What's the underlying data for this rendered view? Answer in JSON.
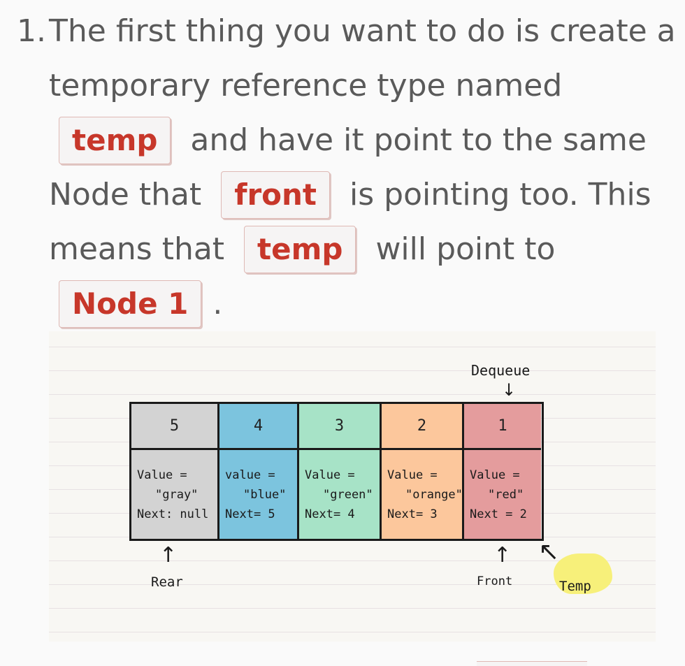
{
  "step": {
    "number": "1.",
    "line1": "The first thing you want to do is create a",
    "line2": "temporary reference type named",
    "code_temp": "temp",
    "line3_rest": "and have it point to the same",
    "line4_pre": "Node that",
    "code_front": "front",
    "line4_post": "is pointing too. This",
    "line5_pre": "means that",
    "line5_post": "will point to",
    "code_node1": "Node 1",
    "trailing": "."
  },
  "figure": {
    "dequeue_label": "Dequeue",
    "rear_label": "Rear",
    "front_label": "Front",
    "temp_label": "Temp",
    "nodes": [
      {
        "index": "5",
        "color": "#d3d3d3",
        "value_label": "Value =",
        "value": "\"gray\"",
        "next": "Next: null"
      },
      {
        "index": "4",
        "color": "#7cc4de",
        "value_label": "value =",
        "value": "\"blue\"",
        "next": "Next= 5"
      },
      {
        "index": "3",
        "color": "#a7e3c7",
        "value_label": "Value =",
        "value": "\"green\"",
        "next": "Next= 4"
      },
      {
        "index": "2",
        "color": "#fcc79c",
        "value_label": "Value =",
        "value": "\"orange\"",
        "next": "Next= 3"
      },
      {
        "index": "1",
        "color": "#e49c9d",
        "value_label": "Value =",
        "value": "\"red\"",
        "next": "Next = 2"
      }
    ]
  }
}
